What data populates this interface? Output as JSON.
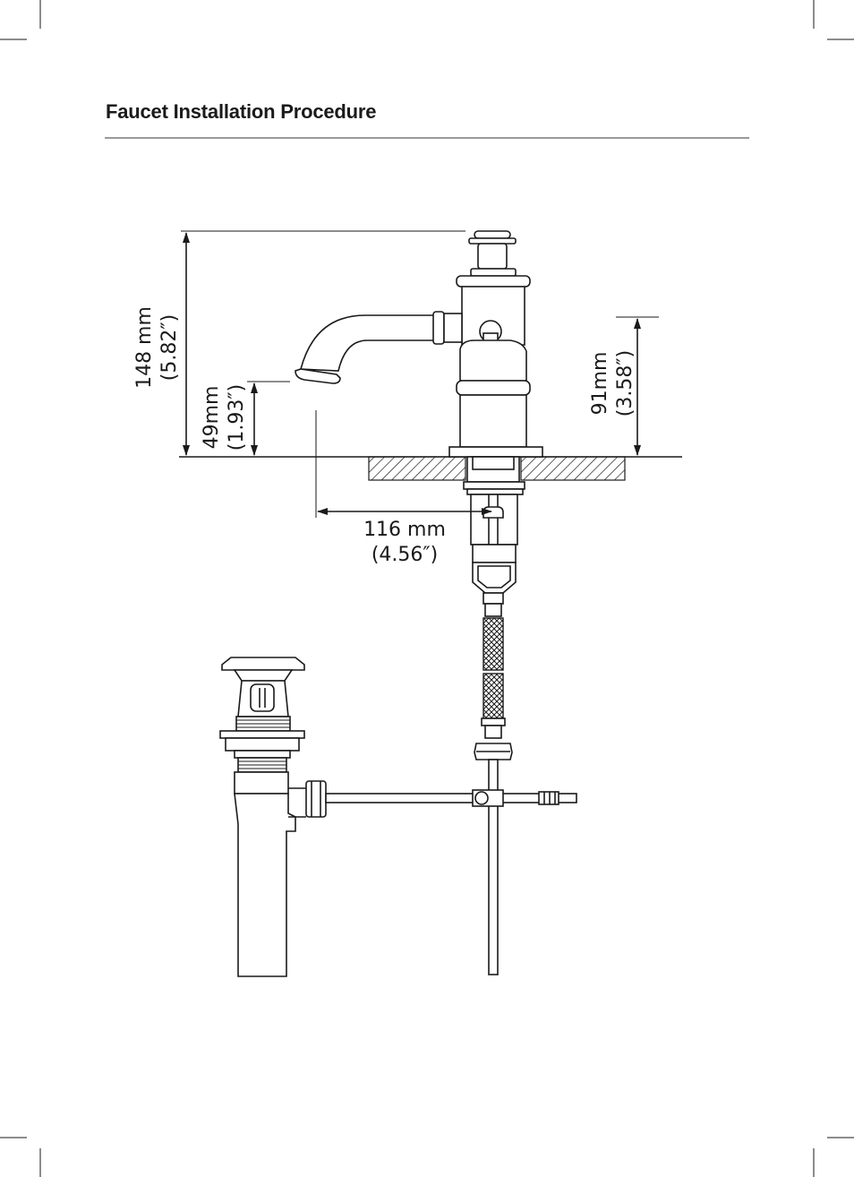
{
  "header": {
    "title": "Faucet Installation Procedure"
  },
  "dimensions": {
    "total_height": {
      "metric": "148 mm",
      "imperial": "(5.82″)"
    },
    "spout_height": {
      "metric": "49mm",
      "imperial": "(1.93″)"
    },
    "handle_height": {
      "metric": "91mm",
      "imperial": "(3.58″)"
    },
    "spout_reach": {
      "metric": "116 mm",
      "imperial": "(4.56″)"
    }
  },
  "colors": {
    "line": "#1a1a1a",
    "rule": "#9a9a9a",
    "background": "#ffffff"
  }
}
